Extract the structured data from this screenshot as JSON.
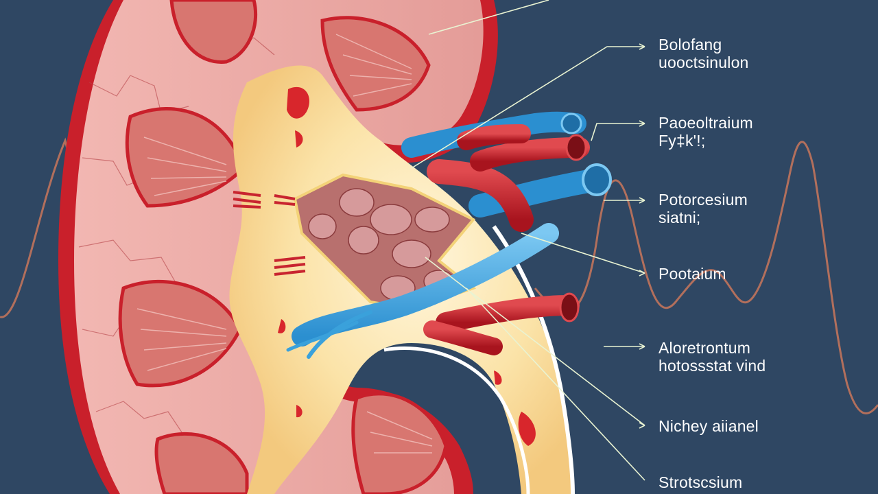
{
  "colors": {
    "background": "#2f4763",
    "capsule": "#c9202b",
    "cortex": "#e9a9a6",
    "pyramid": "#d87670",
    "pelvis": "#fbe3a8",
    "artery": "#c8242f",
    "vein": "#3aa1db",
    "leader_line": "#e9f3d2",
    "wave": "#c9775b",
    "label_text": "#ffffff"
  },
  "labels": [
    {
      "lines": [
        "Bolofang",
        "uooctsinulon"
      ]
    },
    {
      "lines": [
        "Paoeoltraium",
        "Fy‡k'!;"
      ]
    },
    {
      "lines": [
        "Potorcesium",
        "siatni;"
      ]
    },
    {
      "lines": [
        "Pootaium"
      ]
    },
    {
      "lines": [
        "Aloretrontum",
        "hotossstat vind"
      ]
    },
    {
      "lines": [
        "Nichey aiianel"
      ]
    },
    {
      "lines": [
        "Strotscsium"
      ]
    }
  ]
}
